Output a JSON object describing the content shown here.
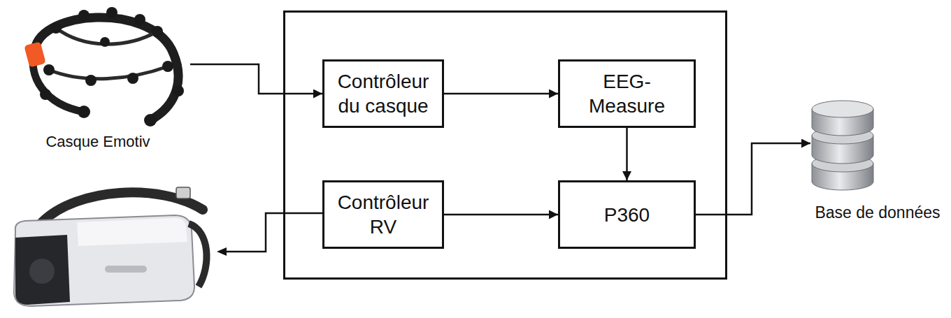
{
  "diagram": {
    "nodes": [
      {
        "text": [
          "Casque Emotiv"
        ]
      },
      {
        "text": []
      },
      {
        "text": [
          "Contrôleur du casque"
        ],
        "in": 1
      },
      {
        "text": [
          "EEG- Measure"
        ],
        "in": 1
      },
      {
        "text": [
          "Contrôleur RV"
        ],
        "in": 1
      },
      {
        "text": [
          "P360"
        ],
        "in": 1
      },
      {
        "text": [
          "Base de données"
        ]
      }
    ],
    "edges": [
      {
        "from": 0,
        "to": 2,
        "arrow": "to"
      },
      {
        "from": 2,
        "to": 3,
        "arrow": "to"
      },
      {
        "from": 3,
        "to": 5,
        "arrow": "to"
      },
      {
        "from": 4,
        "to": 5,
        "arrow": "to"
      },
      {
        "from": 5,
        "to": 6,
        "arrow": "to"
      }
    ]
  }
}
